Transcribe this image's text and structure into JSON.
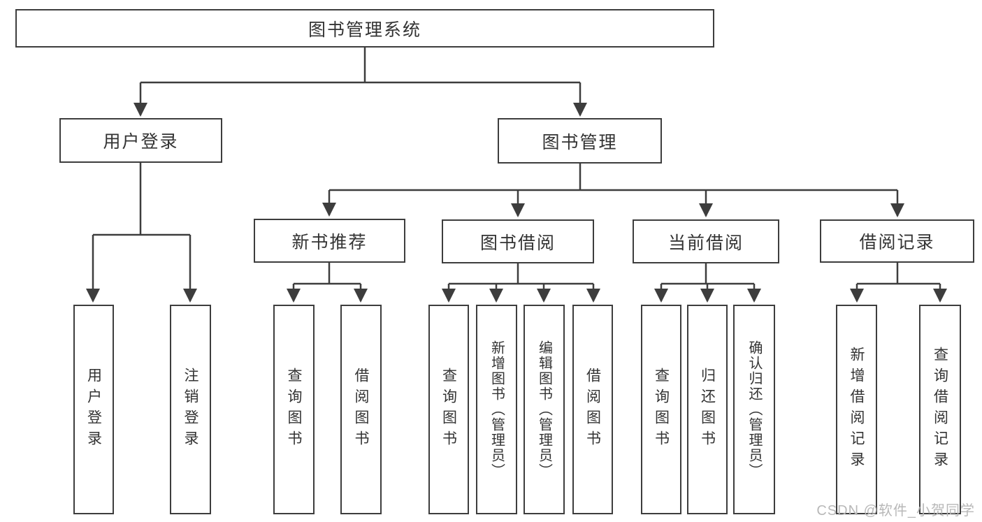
{
  "diagram": {
    "watermark": "CSDN @软件_小贺同学",
    "colors": {
      "line": "#3d3d3d",
      "text": "#333333",
      "background": "#ffffff",
      "watermark": "#b8b8b8"
    },
    "nodes": {
      "root": {
        "label": "图书管理系统"
      },
      "user_login": {
        "label": "用户登录"
      },
      "book_mgmt": {
        "label": "图书管理"
      },
      "new_book_rec": {
        "label": "新书推荐"
      },
      "book_borrow": {
        "label": "图书借阅"
      },
      "current_borrow": {
        "label": "当前借阅"
      },
      "borrow_record": {
        "label": "借阅记录"
      },
      "leaf_user_login": {
        "label": "用户登录"
      },
      "leaf_logout": {
        "label": "注销登录"
      },
      "leaf_query_book_1": {
        "label": "查询图书"
      },
      "leaf_borrow_book_1": {
        "label": "借阅图书"
      },
      "leaf_query_book_2": {
        "label": "查询图书"
      },
      "leaf_add_book": {
        "label": "新增图书（管理员）"
      },
      "leaf_edit_book": {
        "label": "编辑图书（管理员）"
      },
      "leaf_borrow_book_2": {
        "label": "借阅图书"
      },
      "leaf_query_book_3": {
        "label": "查询图书"
      },
      "leaf_return_book": {
        "label": "归还图书"
      },
      "leaf_confirm_return": {
        "label": "确认归还（管理员）"
      },
      "leaf_add_record": {
        "label": "新增借阅记录"
      },
      "leaf_query_record": {
        "label": "查询借阅记录"
      }
    }
  }
}
